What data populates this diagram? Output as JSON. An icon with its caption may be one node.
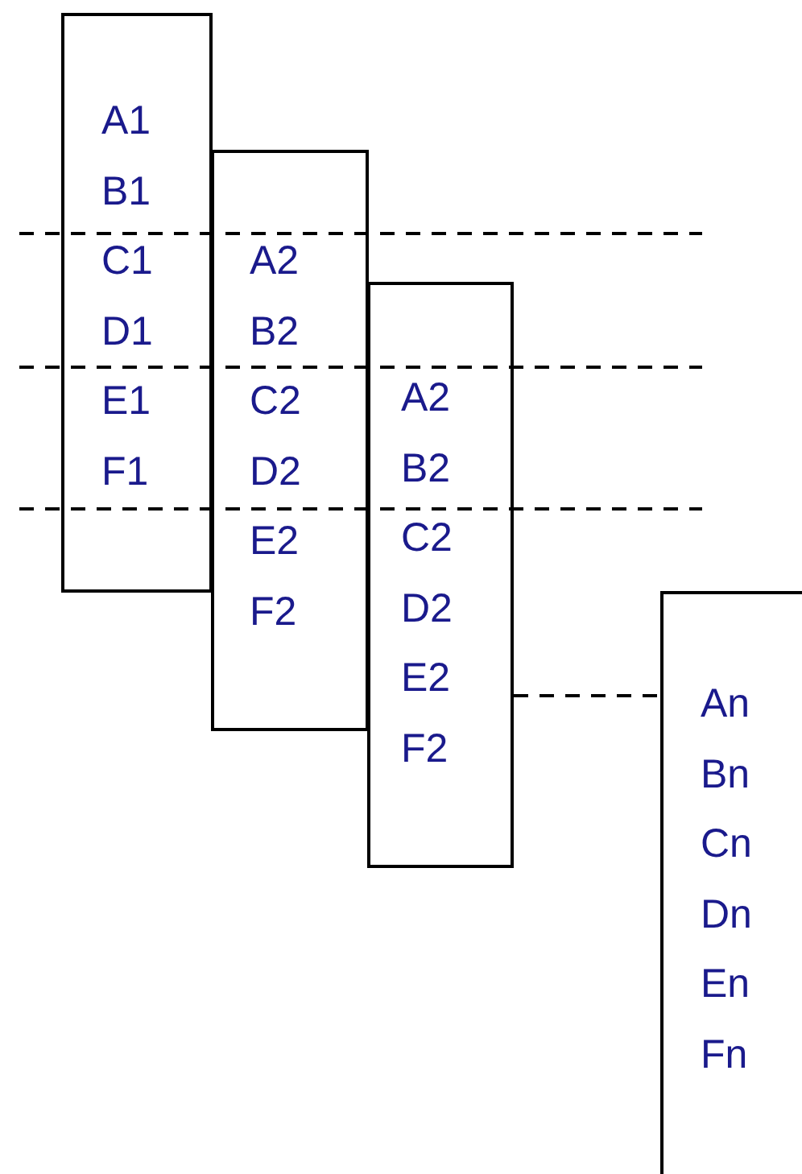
{
  "diagram": {
    "nodes": [
      {
        "text": [
          "A1",
          "B1",
          "C1",
          "D1",
          "E1",
          "F1"
        ]
      },
      {
        "text": [
          "A2",
          "B2",
          "C2",
          "D2",
          "E2",
          "F2"
        ]
      },
      {
        "text": [
          "A2",
          "B2",
          "C2",
          "D2",
          "E2",
          "F2"
        ]
      },
      {
        "text": [
          "An",
          "Bn",
          "Cn",
          "Dn",
          "En",
          "Fn"
        ]
      }
    ],
    "edges": [
      {
        "from": 2,
        "to": 3,
        "arrow": "none",
        "style": "dashed"
      }
    ]
  }
}
